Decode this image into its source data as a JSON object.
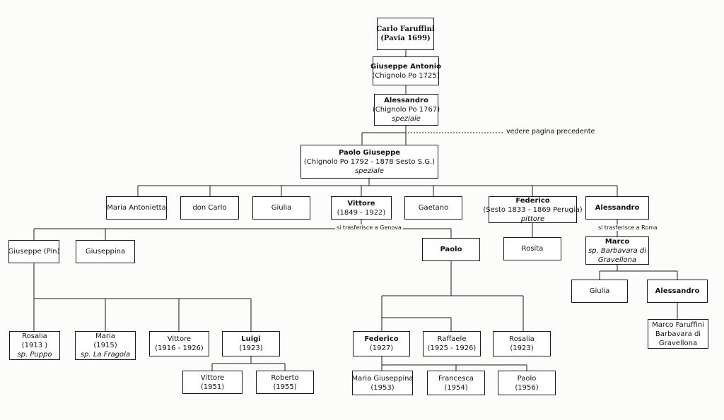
{
  "nodes": [
    {
      "id": "carlo",
      "lines": [
        "Carlo Faruffini",
        "(Pavia 1699)"
      ],
      "bold": [
        0,
        1
      ],
      "serif": true
    },
    {
      "id": "giuseppe_antonio",
      "lines": [
        "Giuseppe Antonio",
        "(Chignolo Po 1725)"
      ],
      "bold": [
        0
      ]
    },
    {
      "id": "alessandro_1",
      "lines": [
        "Alessandro",
        "(Chignolo Po 1767)",
        "speziale"
      ],
      "bold": [
        0
      ],
      "italic": [
        2
      ]
    },
    {
      "id": "paolo_giuseppe",
      "lines": [
        "Paolo Giuseppe",
        "(Chignolo Po 1792 - 1878 Sesto S.G.)",
        "speziale"
      ],
      "bold": [
        0
      ],
      "italic": [
        2
      ]
    },
    {
      "id": "maria_antonietta",
      "lines": [
        "Maria Antonietta"
      ]
    },
    {
      "id": "don_carlo",
      "lines": [
        "don Carlo"
      ]
    },
    {
      "id": "giulia_1",
      "lines": [
        "Giulia"
      ]
    },
    {
      "id": "vittore_1",
      "lines": [
        "Vittore",
        "(1849 - 1922)"
      ],
      "bold": [
        0
      ]
    },
    {
      "id": "gaetano",
      "lines": [
        "Gaetano"
      ]
    },
    {
      "id": "federico_1",
      "lines": [
        "Federico",
        "(Sesto 1833 - 1869 Perugia)",
        "pittore"
      ],
      "bold": [
        0
      ],
      "italic": [
        2
      ]
    },
    {
      "id": "alessandro_2",
      "lines": [
        "Alessandro"
      ],
      "bold": [
        0
      ]
    },
    {
      "id": "giuseppe_pin",
      "lines": [
        "Giuseppe (Pin)"
      ]
    },
    {
      "id": "giuseppina",
      "lines": [
        "Giuseppina"
      ]
    },
    {
      "id": "paolo_1",
      "lines": [
        "Paolo"
      ],
      "bold": [
        0
      ]
    },
    {
      "id": "rosita",
      "lines": [
        "Rosita"
      ]
    },
    {
      "id": "marco",
      "lines": [
        "Marco",
        "sp. Barbavara di",
        "Gravellona"
      ],
      "bold": [
        0
      ],
      "italic": [
        1,
        2
      ]
    },
    {
      "id": "giulia_2",
      "lines": [
        "Giulia"
      ]
    },
    {
      "id": "alessandro_3",
      "lines": [
        "Alessandro"
      ],
      "bold": [
        0
      ]
    },
    {
      "id": "marco_faruffini",
      "lines": [
        "Marco Faruffini",
        "Barbavara di",
        "Gravellona"
      ]
    },
    {
      "id": "rosalia_1",
      "lines": [
        "Rosalia",
        "(1913 )",
        "sp. Puppo"
      ],
      "italic": [
        2
      ]
    },
    {
      "id": "maria",
      "lines": [
        "Maria",
        "(1915)",
        "sp. La Fragola"
      ],
      "italic": [
        2
      ]
    },
    {
      "id": "vittore_2",
      "lines": [
        "Vittore",
        "(1916 - 1926)"
      ]
    },
    {
      "id": "luigi",
      "lines": [
        "Luigi",
        "(1923)"
      ],
      "bold": [
        0
      ]
    },
    {
      "id": "vittore_3",
      "lines": [
        "Vittore",
        "(1951)"
      ]
    },
    {
      "id": "roberto",
      "lines": [
        "Roberto",
        "(1955)"
      ]
    },
    {
      "id": "federico_2",
      "lines": [
        "Federico",
        "(1927)"
      ],
      "bold": [
        0
      ]
    },
    {
      "id": "raffaele",
      "lines": [
        "Raffaele",
        "(1925 - 1926)"
      ]
    },
    {
      "id": "rosalia_2",
      "lines": [
        "Rosalia",
        "(1923)"
      ]
    },
    {
      "id": "maria_giuseppina",
      "lines": [
        "Maria Giuseppina",
        "(1953)"
      ]
    },
    {
      "id": "francesca",
      "lines": [
        "Francesca",
        "(1954)"
      ]
    },
    {
      "id": "paolo_2",
      "lines": [
        "Paolo",
        "(1956)"
      ]
    }
  ],
  "notes": {
    "genova": "si trasferisce a Genova",
    "roma": "si trasferisce a Roma"
  },
  "reference": "vedere pagina precedente"
}
